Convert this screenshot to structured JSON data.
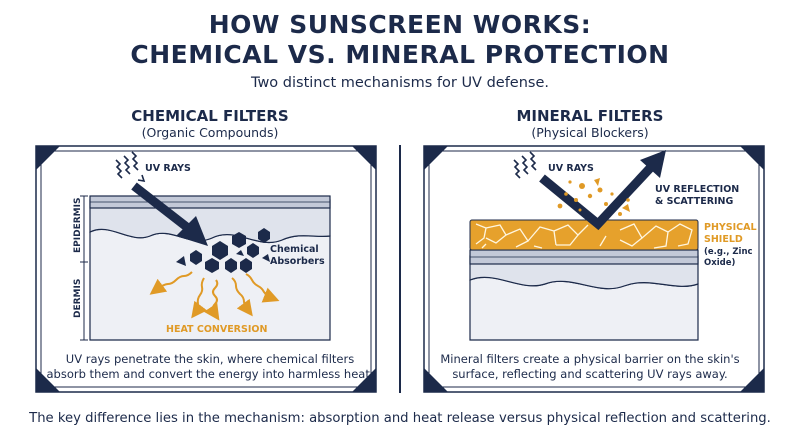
{
  "title_line1": "HOW SUNSCREEN WORKS:",
  "title_line2": "CHEMICAL VS. MINERAL PROTECTION",
  "subtitle": "Two distinct mechanisms for UV defense.",
  "left_panel": {
    "heading": "CHEMICAL FILTERS",
    "subheading": "(Organic Compounds)",
    "uv_label": "UV RAYS",
    "layer_epidermis": "EPIDERMIS",
    "layer_dermis": "DERMIS",
    "absorbers_line1": "Chemical",
    "absorbers_line2": "Absorbers",
    "heat_label": "HEAT CONVERSION",
    "caption": "UV rays penetrate the skin, where chemical filters absorb them and convert the energy into harmless heat."
  },
  "right_panel": {
    "heading": "MINERAL FILTERS",
    "subheading": "(Physical Blockers)",
    "uv_label": "UV RAYS",
    "reflect_line1": "UV REFLECTION",
    "reflect_line2": "& SCATTERING",
    "shield_line1": "PHYSICAL",
    "shield_line2": "SHIELD",
    "shield_note1": "(e.g., Zinc",
    "shield_note2": "Oxide)",
    "caption": "Mineral filters create a physical barrier on the skin's surface, reflecting and scattering UV rays away."
  },
  "footer": "The key difference lies in the mechanism: absorption and heat release versus physical reflection and scattering.",
  "colors": {
    "navy": "#1c2a4a",
    "orange": "#e09a26",
    "skin_light": "#e9ecf2",
    "skin_band": "#c9cfdd"
  }
}
